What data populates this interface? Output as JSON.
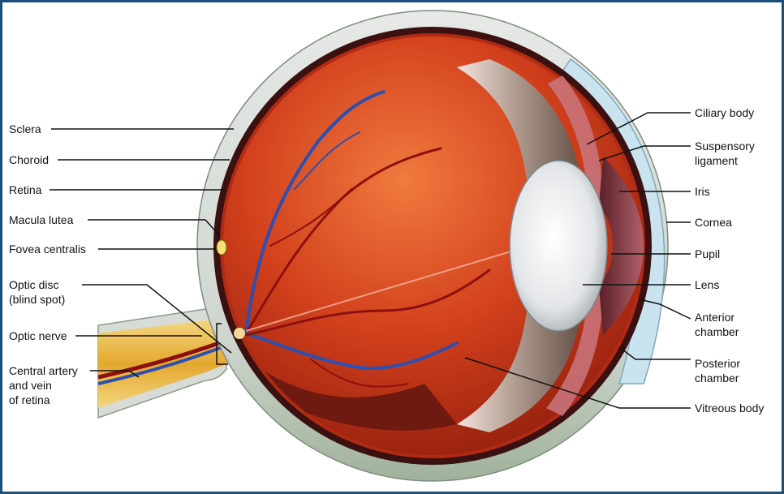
{
  "labels": {
    "sclera": "Sclera",
    "choroid": "Choroid",
    "retina": "Retina",
    "macula_lutea": "Macula lutea",
    "fovea_centralis": "Fovea centralis",
    "optic_disc": "Optic disc\n(blind spot)",
    "optic_nerve": "Optic nerve",
    "central_artery": "Central artery\nand vein\nof retina",
    "ciliary_body": "Ciliary body",
    "suspensory_ligament": "Suspensory\nligament",
    "iris": "Iris",
    "cornea": "Cornea",
    "pupil": "Pupil",
    "lens": "Lens",
    "anterior_chamber": "Anterior\nchamber",
    "posterior_chamber": "Posterior\nchamber",
    "vitreous_body": "Vitreous body"
  },
  "colors": {
    "frame_border": "#1f4e79",
    "sclera": "#d8ddd8",
    "choroid": "#3a1010",
    "retina": "#b02a14",
    "vitreous": "#d2401c",
    "optic_nerve": "#e8b640",
    "cornea": "#c9e3ef",
    "iris": "#8a3a44",
    "lens": "#e6e8ea",
    "vein": "#2d4fb0",
    "artery": "#8c1010",
    "leader_line": "#111111"
  }
}
